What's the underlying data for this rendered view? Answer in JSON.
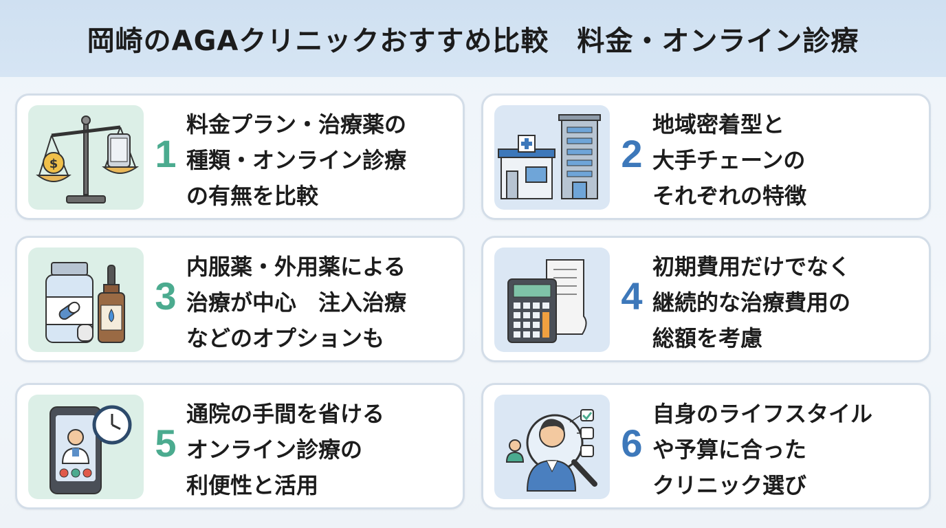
{
  "title": "岡崎のAGAクリニックおすすめ比較　料金・オンライン診療",
  "cards": [
    {
      "number": "1",
      "lines": [
        "料金プラン・治療薬の",
        "種類・オンライン診療",
        "の有無を比較"
      ],
      "icon": "balance-scale-icon"
    },
    {
      "number": "2",
      "lines": [
        "地域密着型と",
        "大手チェーンの",
        "それぞれの特徴"
      ],
      "icon": "clinic-building-icon"
    },
    {
      "number": "3",
      "lines": [
        "内服薬・外用薬による",
        "治療が中心　注入治療",
        "などのオプションも"
      ],
      "icon": "medicine-bottles-icon"
    },
    {
      "number": "4",
      "lines": [
        "初期費用だけでなく",
        "継続的な治療費用の",
        "総額を考慮"
      ],
      "icon": "calculator-receipt-icon"
    },
    {
      "number": "5",
      "lines": [
        "通院の手間を省ける",
        "オンライン診療の",
        "利便性と活用"
      ],
      "icon": "telemedicine-phone-icon"
    },
    {
      "number": "6",
      "lines": [
        "自身のライフスタイル",
        "や予算に合った",
        "クリニック選び"
      ],
      "icon": "person-search-icon"
    }
  ],
  "colors": {
    "green_accent": "#4bab8f",
    "blue_accent": "#3d78ba",
    "header_bg": "#d3e3f3"
  }
}
